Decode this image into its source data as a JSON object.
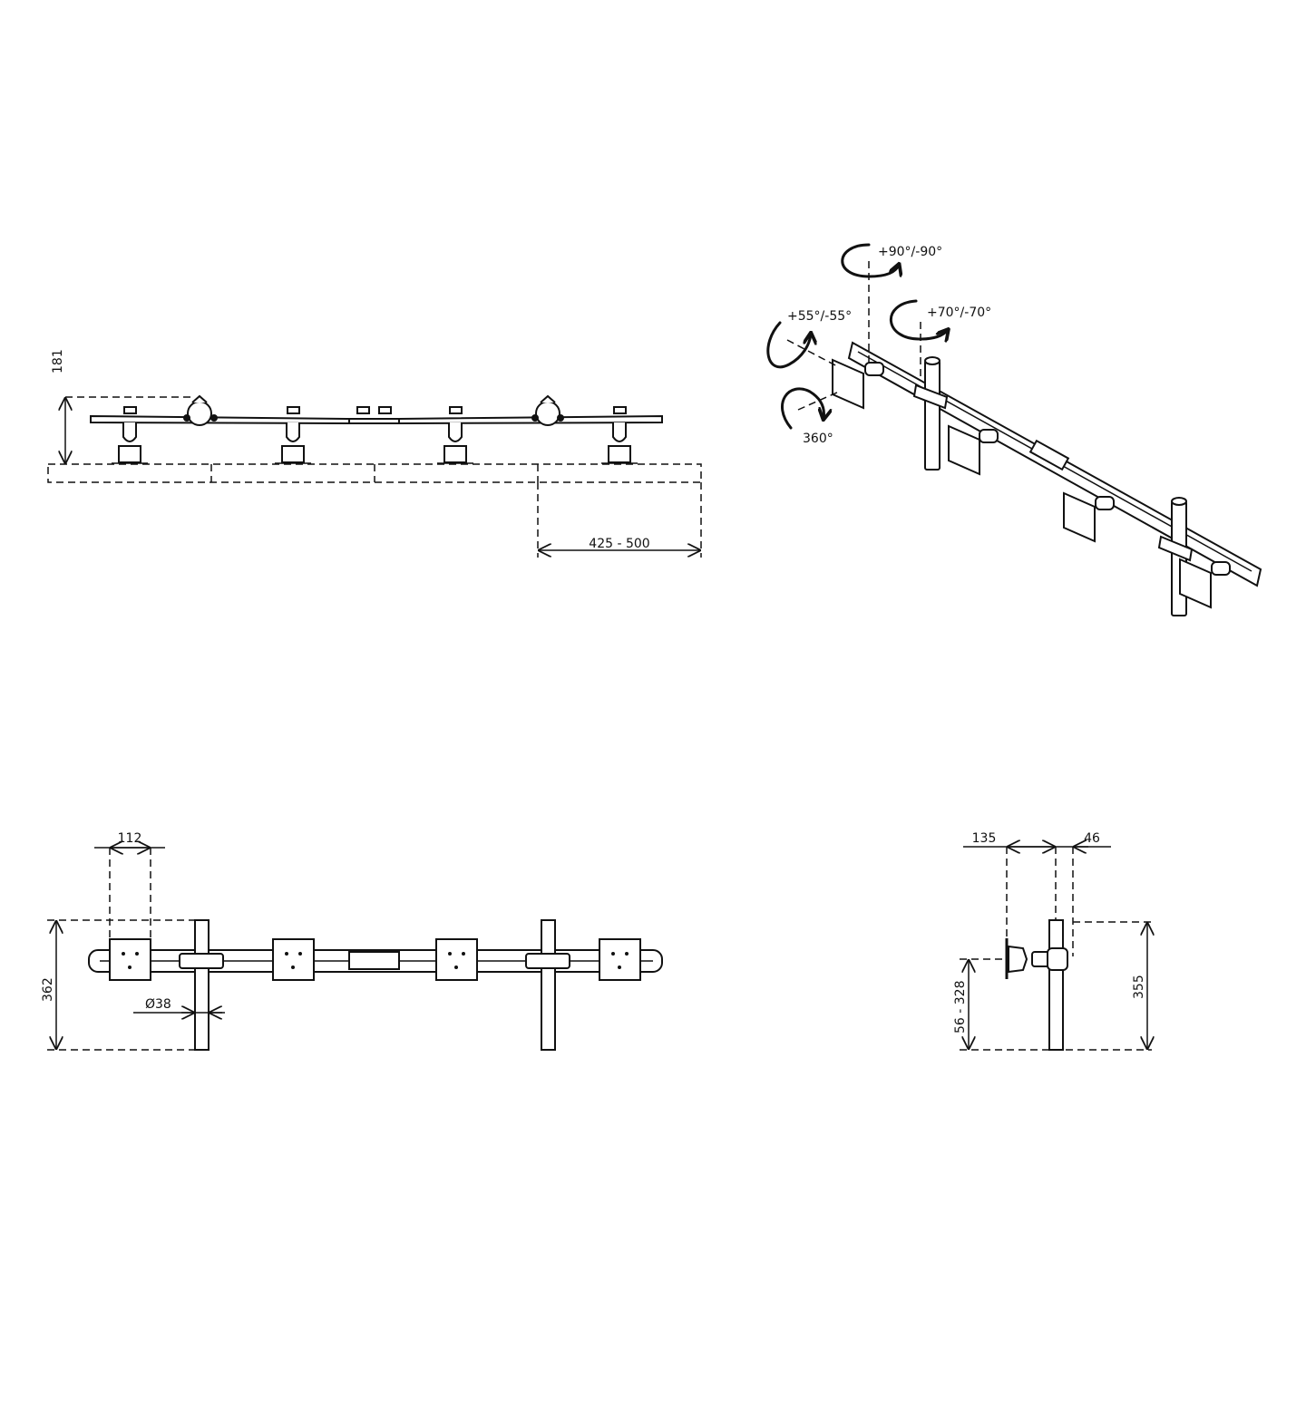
{
  "front_view": {
    "height_label": "181",
    "spacing_label": "425 - 500"
  },
  "iso_view": {
    "rotation_top": "+90°/-90°",
    "tilt": "+55°/-55°",
    "swivel": "+70°/-70°",
    "rotation_plate": "360°"
  },
  "top_view": {
    "vesa_label": "112",
    "height_label": "362",
    "pole_diameter_label": "Ø38"
  },
  "side_view": {
    "depth_label": "135",
    "clamp_label": "46",
    "range_label": "56 - 328",
    "height_label": "355"
  },
  "colors": {
    "line": "#111111",
    "background": "#ffffff"
  }
}
